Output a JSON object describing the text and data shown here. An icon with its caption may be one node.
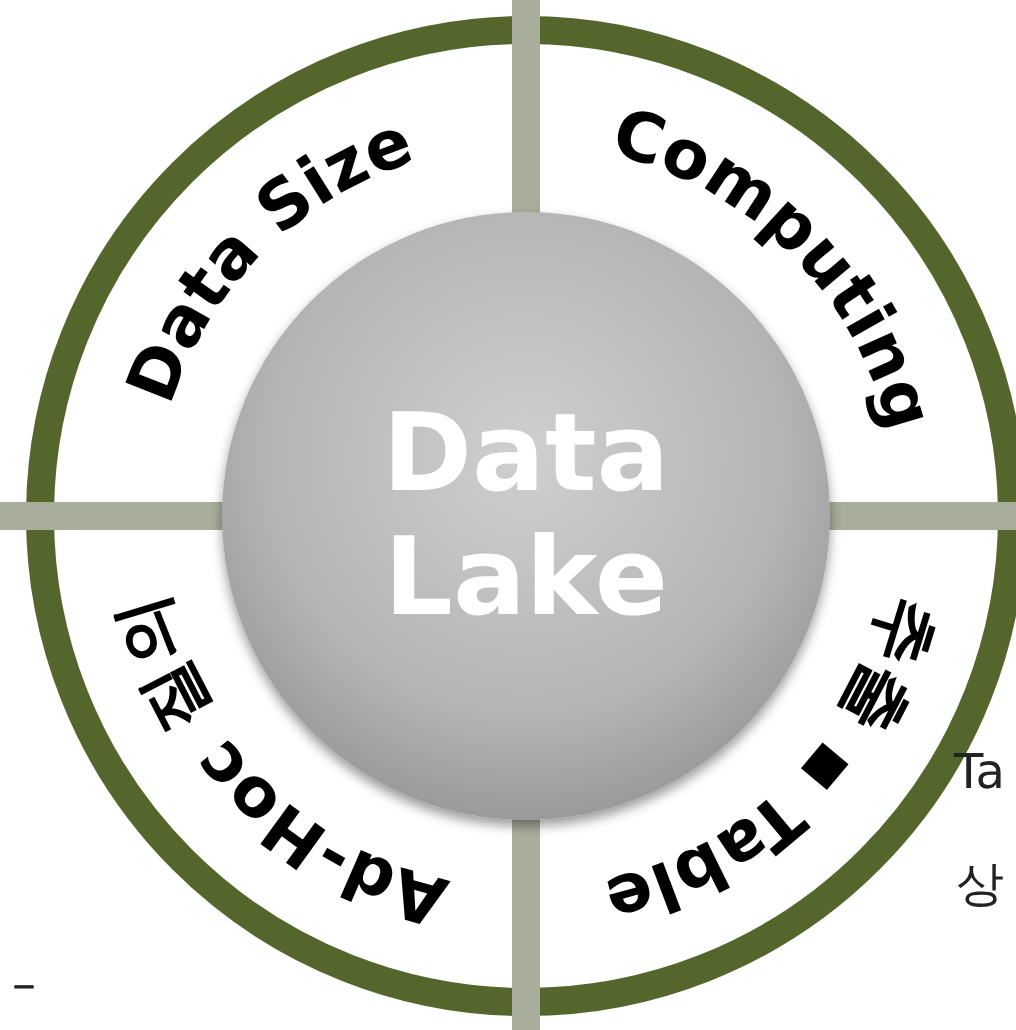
{
  "diagram": {
    "nodes": [
      {
        "text": [
          "Data Lake"
        ]
      },
      {
        "text": [
          "Data Size"
        ]
      },
      {
        "text": [
          "Computing"
        ]
      },
      {
        "text": [
          "추출 ▪ Table"
        ]
      },
      {
        "text": [
          "Ad-Hoc 질의"
        ]
      }
    ],
    "labels": [
      "Ta",
      "상",
      "–"
    ]
  }
}
